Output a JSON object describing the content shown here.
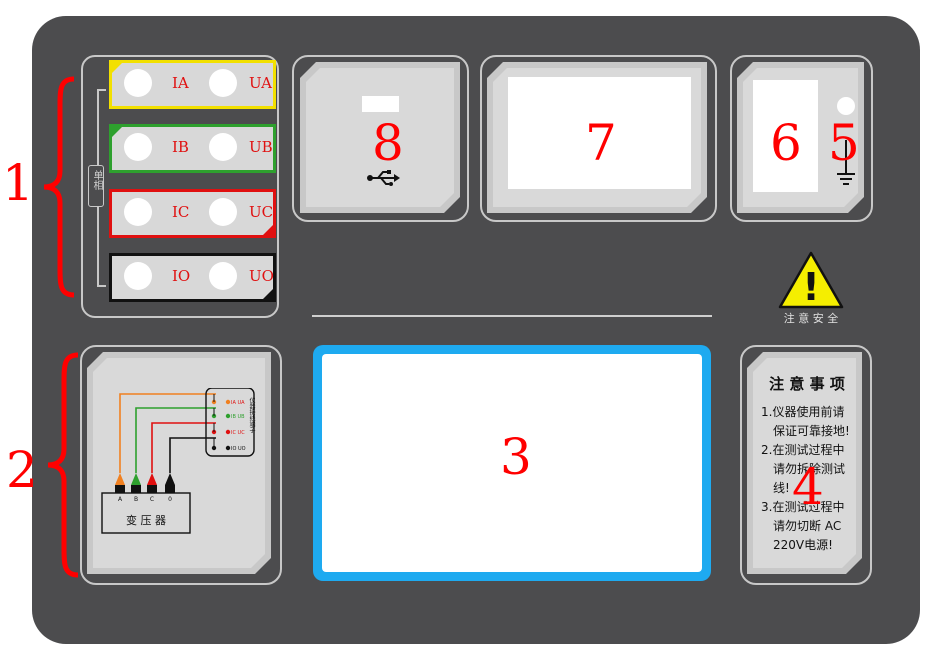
{
  "markers": {
    "m1": "1",
    "m2": "2",
    "m3": "3",
    "m4": "4",
    "m5": "5",
    "m6": "6",
    "m7": "7",
    "m8": "8"
  },
  "terminals": [
    {
      "left": "IA",
      "right": "UA",
      "color": "#f2e000"
    },
    {
      "left": "IB",
      "right": "UB",
      "color": "#2ea02e"
    },
    {
      "left": "IC",
      "right": "UC",
      "color": "#e01010"
    },
    {
      "left": "IO",
      "right": "UO",
      "color": "#111111"
    }
  ],
  "single_phase_label": "单相",
  "warning": {
    "label": "注 意 安 全",
    "symbol": "!"
  },
  "wiring": {
    "transformer_label": "变 压 器",
    "phase_labels": [
      "A",
      "B",
      "C",
      "0"
    ],
    "terminal_pairs": [
      "IA UA",
      "IB UB",
      "IC UC",
      "IO UO"
    ],
    "instrument_label": "仪器接线端子"
  },
  "notice": {
    "title": "注 意 事 项",
    "lines": [
      "1.仪器使用前请",
      "保证可靠接地!",
      "2.在测试过程中",
      "请勿拆除测试",
      "线!",
      "3.在测试过程中",
      "请勿切断 AC",
      "220V电源!"
    ]
  },
  "colors": {
    "panel": "#4c4c4e",
    "screen_border": "#1eaaf0",
    "marker": "#ff0000"
  }
}
